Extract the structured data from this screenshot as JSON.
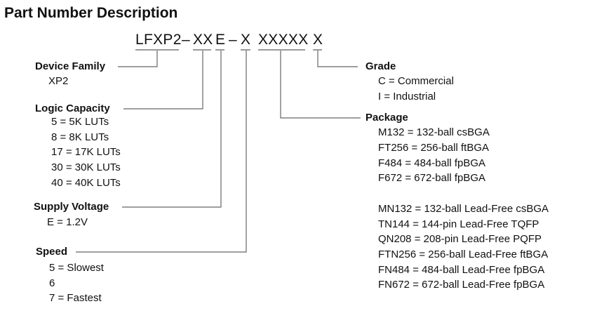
{
  "title": "Part Number Description",
  "code": {
    "prefix": "LFXP2",
    "dash1": "–",
    "capacity": "XX",
    "voltage": "E",
    "dash2": "–",
    "speed": "X",
    "package": "XXXXX",
    "grade": "X"
  },
  "device_family": {
    "heading": "Device Family",
    "items": [
      "XP2"
    ]
  },
  "logic_capacity": {
    "heading": "Logic Capacity",
    "items": [
      "5 = 5K LUTs",
      "8 = 8K LUTs",
      "17 = 17K LUTs",
      "30 = 30K LUTs",
      "40 = 40K LUTs"
    ]
  },
  "supply_voltage": {
    "heading": "Supply Voltage",
    "items": [
      "E = 1.2V"
    ]
  },
  "speed": {
    "heading": "Speed",
    "items": [
      "5 = Slowest",
      "6",
      "7 = Fastest"
    ]
  },
  "grade": {
    "heading": "Grade",
    "items": [
      "C = Commercial",
      "I = Industrial"
    ]
  },
  "package": {
    "heading": "Package",
    "items": [
      "M132 = 132-ball csBGA",
      "FT256 = 256-ball ftBGA",
      "F484 = 484-ball fpBGA",
      "F672 = 672-ball fpBGA"
    ],
    "lead_free_items": [
      "MN132 = 132-ball Lead-Free csBGA",
      "TN144 = 144-pin Lead-Free TQFP",
      "QN208 = 208-pin Lead-Free PQFP",
      "FTN256 = 256-ball Lead-Free ftBGA",
      "FN484 = 484-ball Lead-Free fpBGA",
      "FN672 = 672-ball Lead-Free fpBGA"
    ]
  },
  "colors": {
    "line": "#666666",
    "underline": "#9a9a9a",
    "text": "#111111"
  }
}
